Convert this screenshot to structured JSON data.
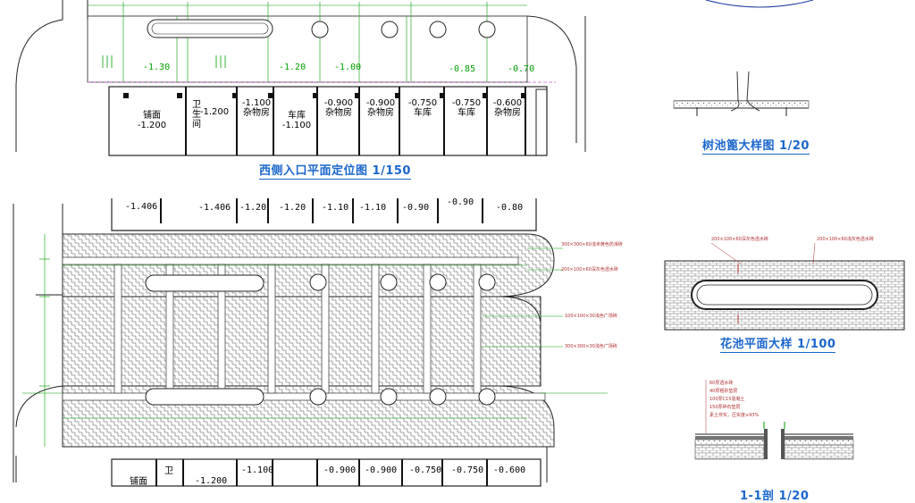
{
  "titles": {
    "west_entrance_plan": "西侧入口平面定位图 1/150",
    "tree_pit_detail": "树池篦大样图 1/20",
    "planter_plan_detail": "花池平面大样 1/100",
    "section_1_1": "1-1剖 1/20"
  },
  "top_plan": {
    "levels": [
      "-1.30",
      "-1.20",
      "-1.00",
      "-0.85",
      "-0.70"
    ],
    "rooms": [
      {
        "name": "铺面",
        "level": "-1.200"
      },
      {
        "name": "卫生间",
        "level": ""
      },
      {
        "name": "",
        "level": "-1.200"
      },
      {
        "name": "杂物房",
        "level": "-1.100"
      },
      {
        "name": "车库",
        "level": "-1.100"
      },
      {
        "name": "杂物房",
        "level": "-0.900"
      },
      {
        "name": "杂物房",
        "level": "-0.900"
      },
      {
        "name": "车库",
        "level": "-0.750"
      },
      {
        "name": "车库",
        "level": "-0.750"
      },
      {
        "name": "杂物房",
        "level": "-0.600"
      }
    ]
  },
  "middle_plan": {
    "top_levels": [
      "-1.406",
      "-1.406",
      "-1.20",
      "-1.20",
      "-1.10",
      "-1.10",
      "-0.90",
      "-0.90",
      "-0.80"
    ],
    "bottom_levels": [
      "-1.200",
      "-1.100",
      "-0.900",
      "-0.900",
      "-0.750",
      "-0.750",
      "-0.600"
    ],
    "bottom_rooms": [
      "铺面",
      "卫"
    ]
  },
  "notes": {
    "paver_1": "300×300×60浅米黄色防滑砖",
    "paver_2": "200×100×60深灰色透水砖",
    "paver_3": "100×100×30浅色广场砖",
    "paver_4": "300×300×30浅色广场砖",
    "planter_left": "200×100×60深灰色透水砖",
    "planter_right": "200×100×60浅灰色透水砖",
    "section_layers": [
      "60厚透水砖",
      "40厚粗砂垫层",
      "100厚C15混凝土",
      "150厚碎石垫层",
      "素土夯实，压实度≥93%"
    ]
  }
}
